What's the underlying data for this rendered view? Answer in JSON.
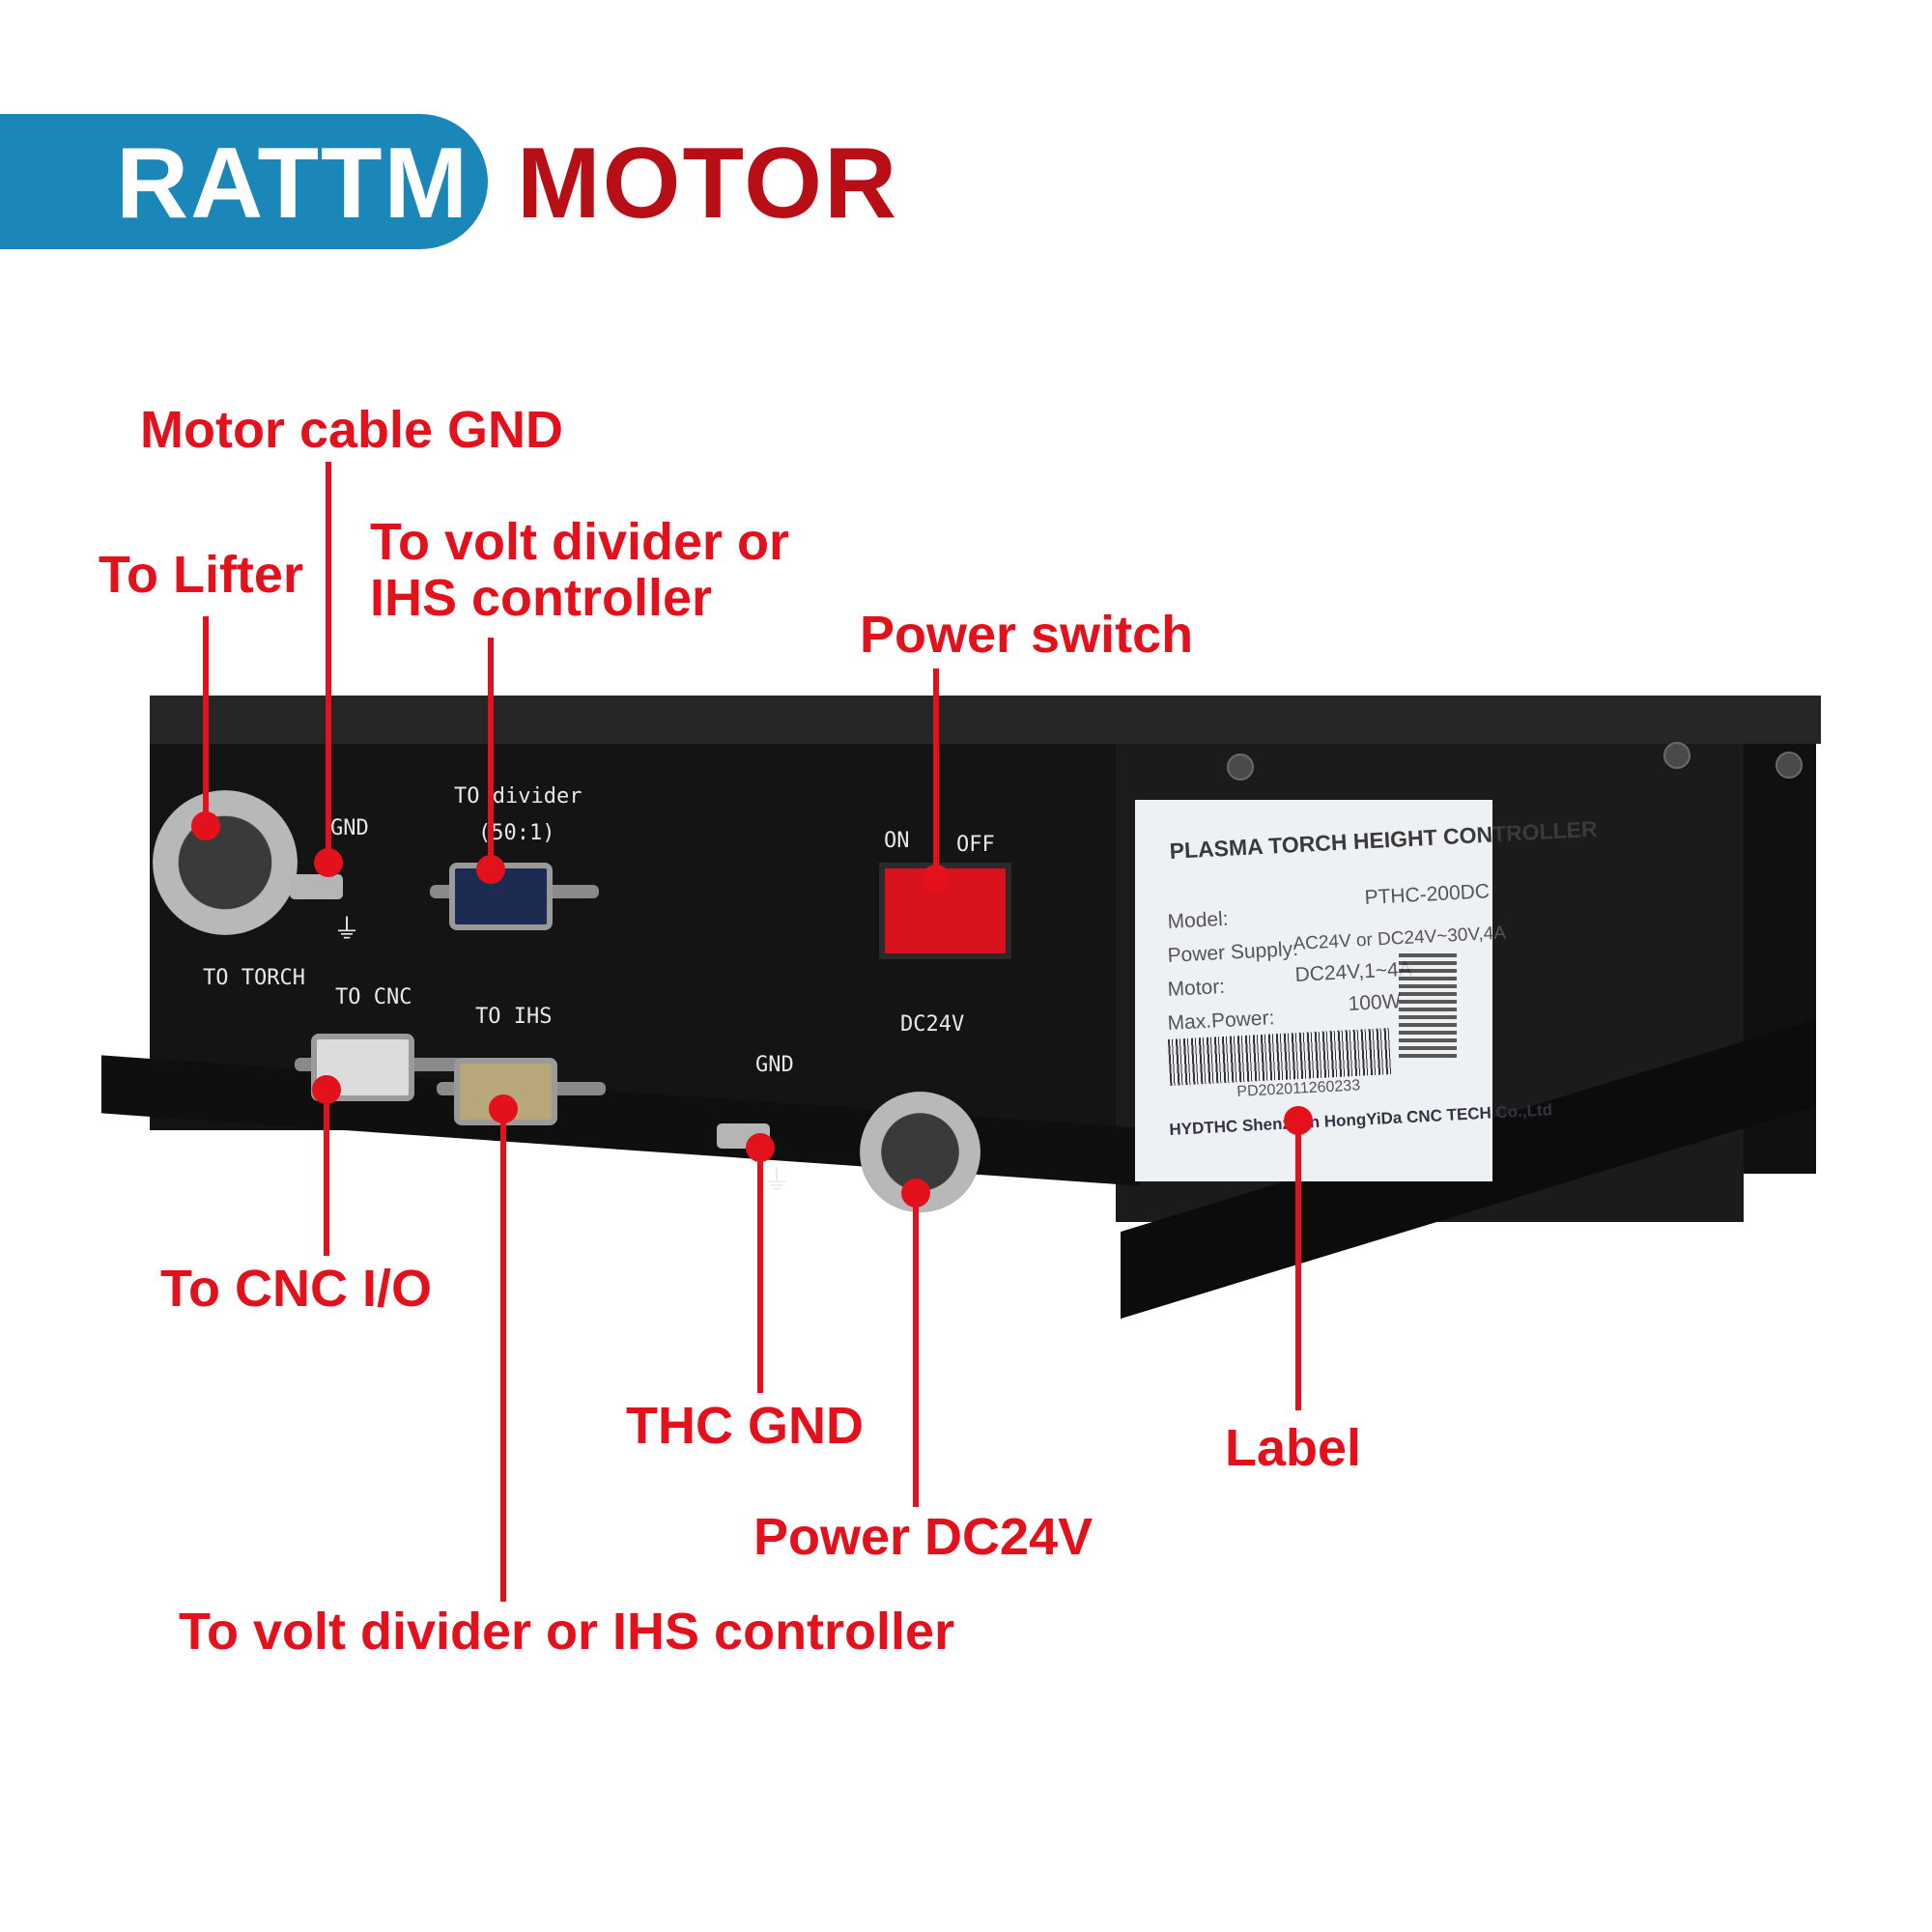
{
  "brand": {
    "name_part1": "RATTM",
    "name_part2": "MOTOR",
    "pill_color": "#1b86b8",
    "motor_color": "#b80f17"
  },
  "callouts": {
    "motor_cable_gnd": "Motor cable GND",
    "to_lifter": "To Lifter",
    "to_volt_divider_top_line1": "To volt divider or",
    "to_volt_divider_top_line2": "IHS controller",
    "power_switch": "Power switch",
    "to_cnc_io": "To CNC I/O",
    "thc_gnd": "THC GND",
    "label": "Label",
    "power_dc24v": "Power DC24V",
    "to_volt_divider_bottom": "To volt divider or IHS controller",
    "color": "#e3111c"
  },
  "panel": {
    "to_divider_line1": "TO divider",
    "to_divider_line2": "(50:1)",
    "gnd_top": "GND",
    "to_torch": "TO TORCH",
    "to_cnc": "TO CNC",
    "to_ihs": "TO IHS",
    "gnd_bottom": "GND",
    "dc24v": "DC24V",
    "on": "ON",
    "off": "OFF"
  },
  "device_label": {
    "title": "PLASMA TORCH HEIGHT CONTROLLER",
    "model_key": "Model:",
    "model_value": "PTHC-200DC",
    "supply_key": "Power Supply:",
    "supply_value": "AC24V or DC24V~30V,4A",
    "motor_key": "Motor:",
    "motor_value": "DC24V,1~4A",
    "power_key": "Max.Power:",
    "power_value": "100W",
    "serial": "PD202011260233",
    "maker": "HYDTHC   Shenzhen HongYiDa CNC TECH Co.,Ltd"
  }
}
